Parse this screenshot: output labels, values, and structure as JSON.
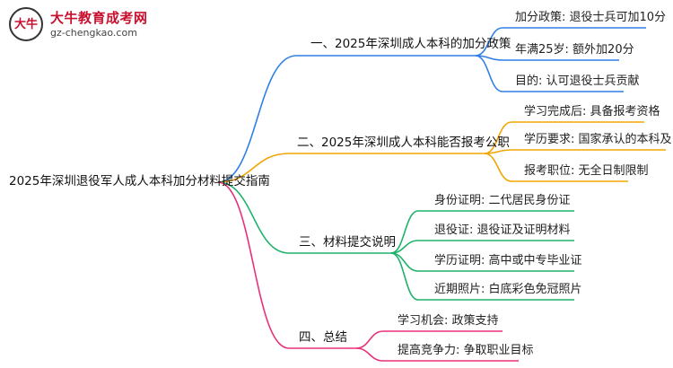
{
  "logo": {
    "mark": "大牛",
    "name": "大牛教育成考网",
    "url": "gz-chengkao.com"
  },
  "root": "2025年深圳退役军人成人本科加分材料提交指南",
  "colors": {
    "blue": "#2f7fe6",
    "orange": "#f0a500",
    "green": "#1fb36a",
    "pink": "#e8307a"
  },
  "branches": [
    {
      "label": "一、2025年深圳成人本科的加分政策",
      "children": [
        "加分政策: 退役士兵可加10分",
        "年满25岁: 额外加20分",
        "目的: 认可退役士兵贡献"
      ]
    },
    {
      "label": "二、2025年深圳成人本科能否报考公职",
      "children": [
        "学习完成后: 具备报考资格",
        "学历要求: 国家承认的本科及以上",
        "报考职位: 无全日制限制"
      ]
    },
    {
      "label": "三、材料提交说明",
      "children": [
        "身份证明: 二代居民身份证",
        "退役证: 退役证及证明材料",
        "学历证明: 高中或中专毕业证",
        "近期照片: 白底彩色免冠照片"
      ]
    },
    {
      "label": "四、总结",
      "children": [
        "学习机会: 政策支持",
        "提高竞争力: 争取职业目标"
      ]
    }
  ]
}
